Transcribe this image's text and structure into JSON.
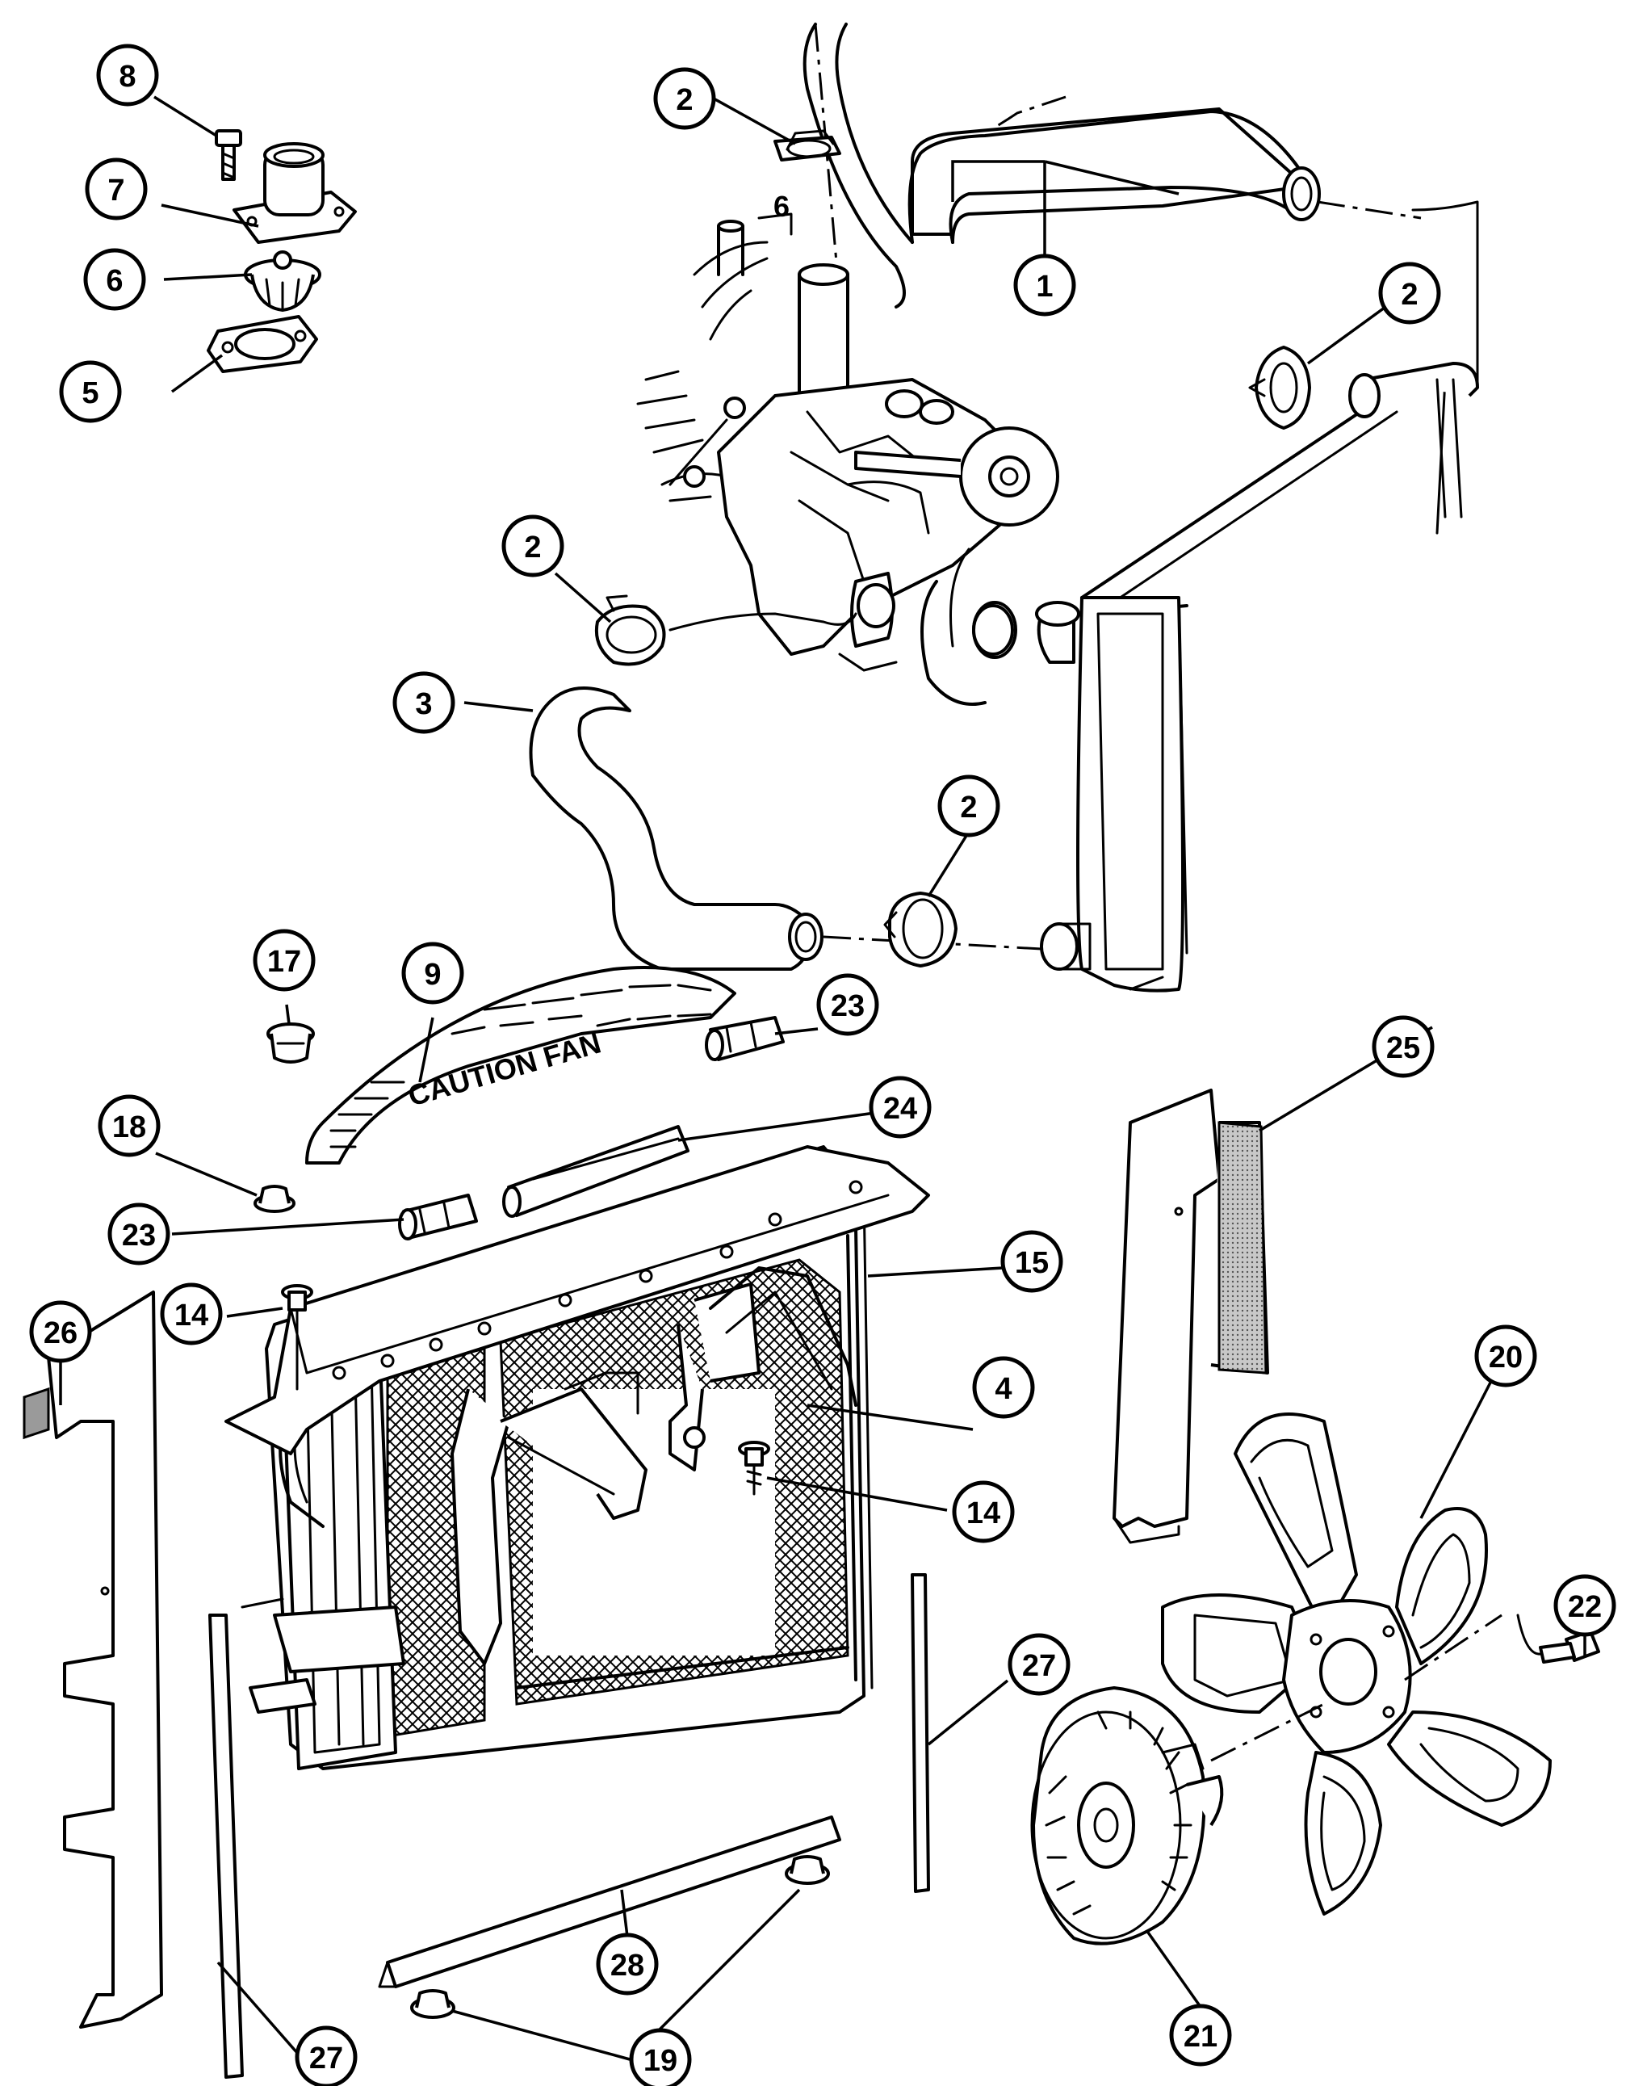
{
  "callouts": [
    {
      "id": "1",
      "label": "1"
    },
    {
      "id": "2a",
      "label": "2"
    },
    {
      "id": "2b",
      "label": "2"
    },
    {
      "id": "2c",
      "label": "2"
    },
    {
      "id": "2d",
      "label": "2"
    },
    {
      "id": "3",
      "label": "3"
    },
    {
      "id": "4",
      "label": "4"
    },
    {
      "id": "5",
      "label": "5"
    },
    {
      "id": "6",
      "label": "6"
    },
    {
      "id": "7",
      "label": "7"
    },
    {
      "id": "8",
      "label": "8"
    },
    {
      "id": "9",
      "label": "9"
    },
    {
      "id": "14a",
      "label": "14"
    },
    {
      "id": "14b",
      "label": "14"
    },
    {
      "id": "15",
      "label": "15"
    },
    {
      "id": "17",
      "label": "17"
    },
    {
      "id": "18",
      "label": "18"
    },
    {
      "id": "19",
      "label": "19"
    },
    {
      "id": "20",
      "label": "20"
    },
    {
      "id": "21",
      "label": "21"
    },
    {
      "id": "22",
      "label": "22"
    },
    {
      "id": "23a",
      "label": "23"
    },
    {
      "id": "23b",
      "label": "23"
    },
    {
      "id": "24",
      "label": "24"
    },
    {
      "id": "25",
      "label": "25"
    },
    {
      "id": "26",
      "label": "26"
    },
    {
      "id": "27a",
      "label": "27"
    },
    {
      "id": "27b",
      "label": "27"
    },
    {
      "id": "28",
      "label": "28"
    }
  ],
  "labels": {
    "fan_shroud_warning": "CAUTION FAN",
    "thermostat_mark": "6"
  }
}
